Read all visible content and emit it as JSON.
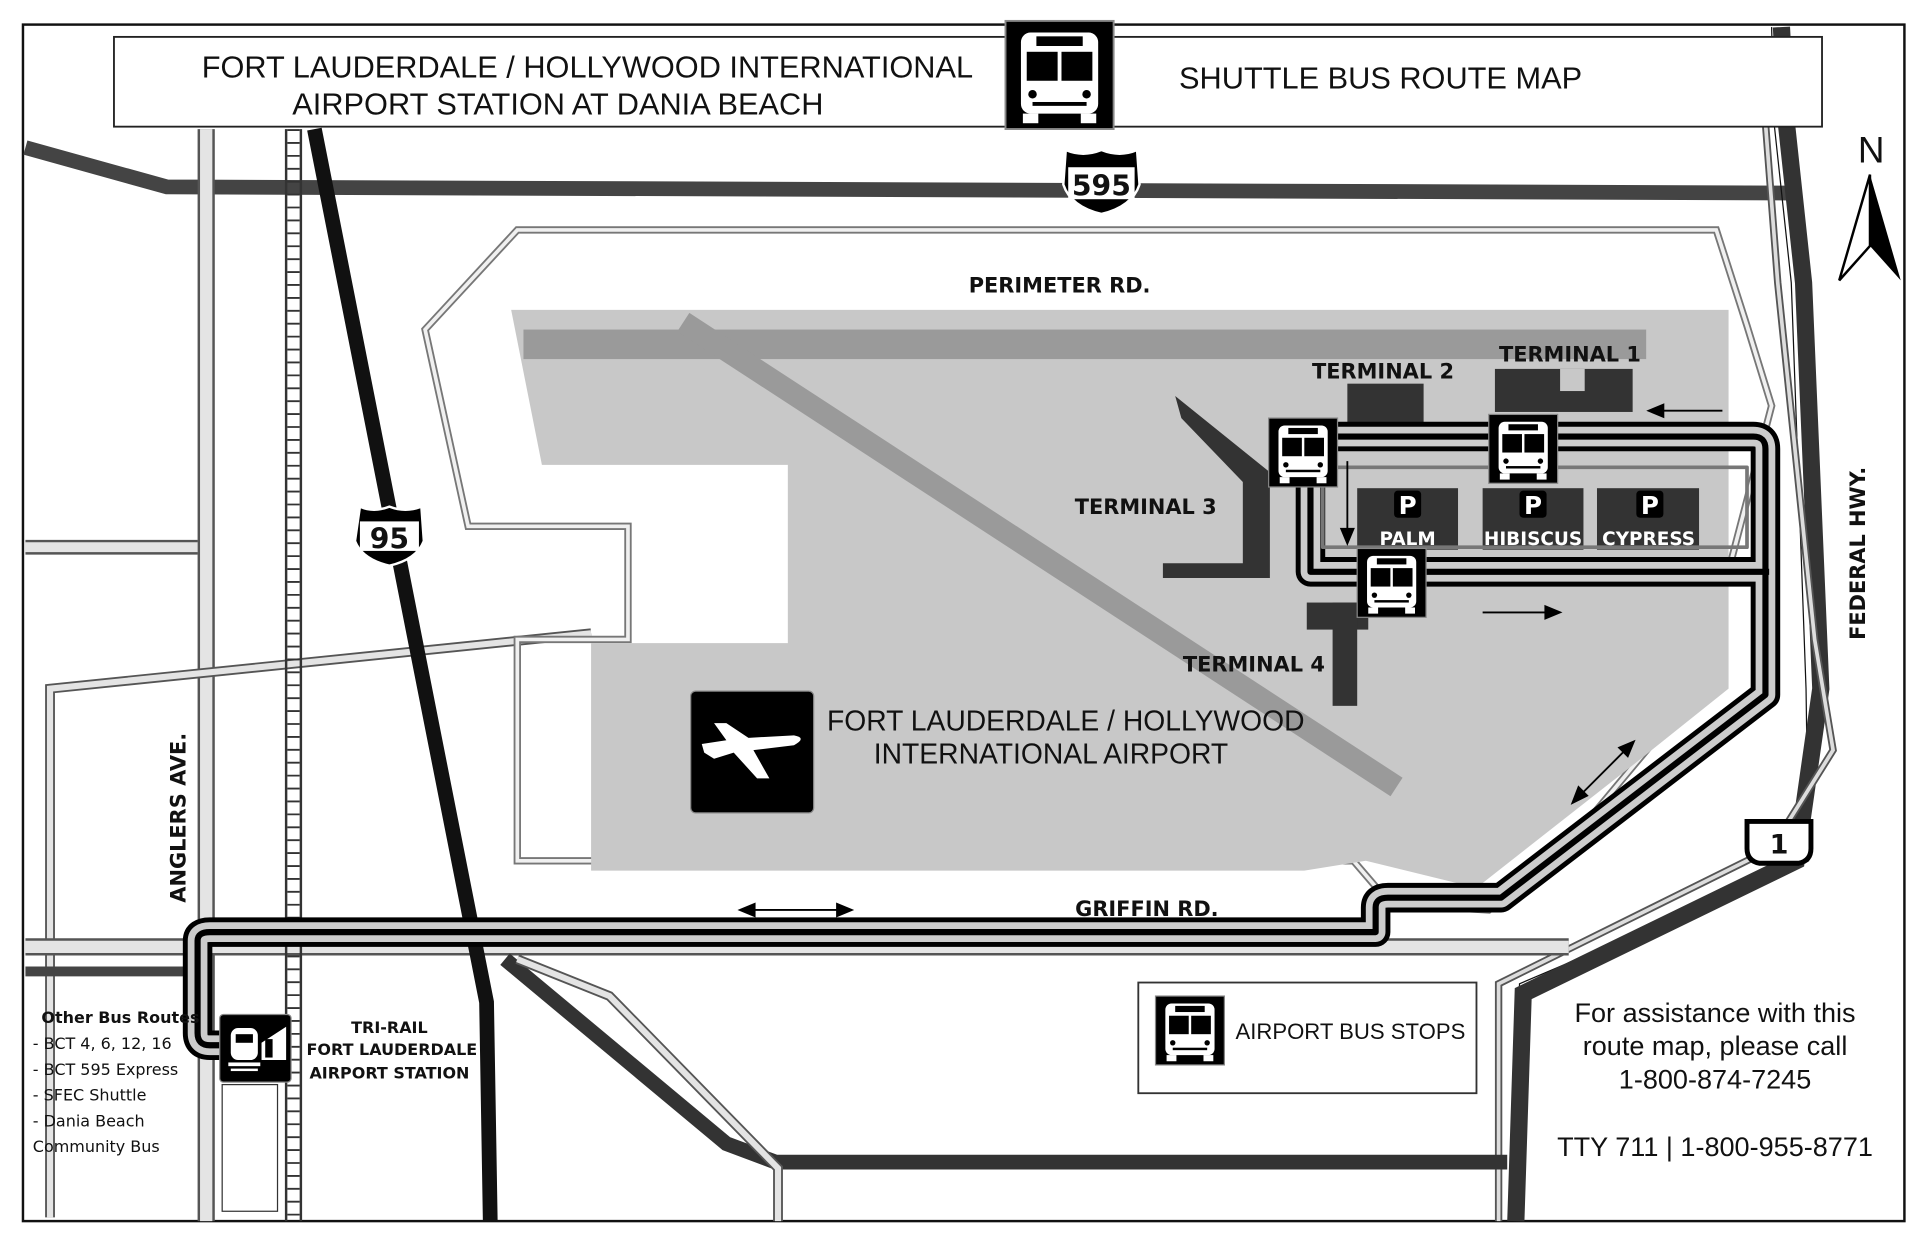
{
  "header": {
    "title_line1": "FORT LAUDERDALE / HOLLYWOOD INTERNATIONAL",
    "title_line2": "AIRPORT STATION AT DANIA BEACH",
    "subtitle": "SHUTTLE BUS ROUTE MAP"
  },
  "compass": {
    "label": "N"
  },
  "shields": {
    "i595": "595",
    "i95": "95",
    "us1": "1"
  },
  "roads": {
    "perimeter": "PERIMETER RD.",
    "griffin": "GRIFFIN RD.",
    "anglers": "ANGLERS AVE.",
    "federal": "FEDERAL HWY."
  },
  "terminals": [
    "TERMINAL 1",
    "TERMINAL 2",
    "TERMINAL 3",
    "TERMINAL 4"
  ],
  "parking": {
    "symbol": "P",
    "garages": [
      "PALM",
      "HIBISCUS",
      "CYPRESS"
    ]
  },
  "airport": {
    "line1": "FORT LAUDERDALE / HOLLYWOOD",
    "line2": "INTERNATIONAL AIRPORT"
  },
  "station": {
    "line1": "TRI-RAIL",
    "line2": "FORT LAUDERDALE",
    "line3": "AIRPORT STATION"
  },
  "other_routes": {
    "title": "Other Bus Routes",
    "items": [
      "- BCT 4, 6, 12, 16",
      "- BCT 595 Express",
      "- SFEC Shuttle",
      "- Dania Beach",
      "Community Bus"
    ]
  },
  "legend": {
    "label": "AIRPORT BUS STOPS"
  },
  "assistance": {
    "line1": "For assistance with this",
    "line2": "route map, please call",
    "phone": "1-800-874-7245",
    "tty": "TTY 711 | 1-800-955-8771"
  }
}
